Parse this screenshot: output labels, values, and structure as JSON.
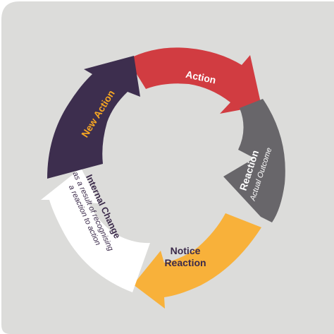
{
  "cycle": {
    "steps": [
      {
        "label": "Action",
        "subtitle": "",
        "color": "#d13c41",
        "text_color": "#ffffff"
      },
      {
        "label": "Reaction",
        "subtitle": "Actual Outcome",
        "color": "#68666a",
        "text_color": "#ffffff"
      },
      {
        "label": "Notice Reaction",
        "subtitle": "",
        "color": "#f8b13a",
        "text_color": "#3b2a4a"
      },
      {
        "label": "Internal Change",
        "subtitle": "as a result of recognising a reaction to action",
        "color": "#ffffff",
        "text_color": "#3b2a4a"
      },
      {
        "label": "New Action",
        "subtitle": "",
        "color": "#3d2e4e",
        "text_color": "#f6a623"
      }
    ]
  },
  "colors": {
    "background_panel": "#dcdcda",
    "page": "#ffffff"
  }
}
